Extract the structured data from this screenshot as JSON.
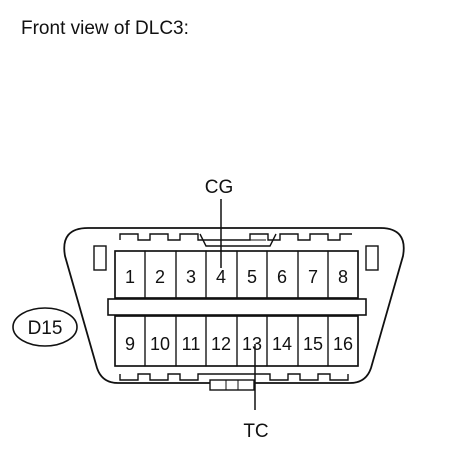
{
  "title": "Front view of DLC3:",
  "connector": {
    "badge": "D15",
    "top_row": [
      "1",
      "2",
      "3",
      "4",
      "5",
      "6",
      "7",
      "8"
    ],
    "bottom_row": [
      "9",
      "10",
      "11",
      "12",
      "13",
      "14",
      "15",
      "16"
    ],
    "labels": {
      "cg": "CG",
      "tc": "TC"
    }
  }
}
